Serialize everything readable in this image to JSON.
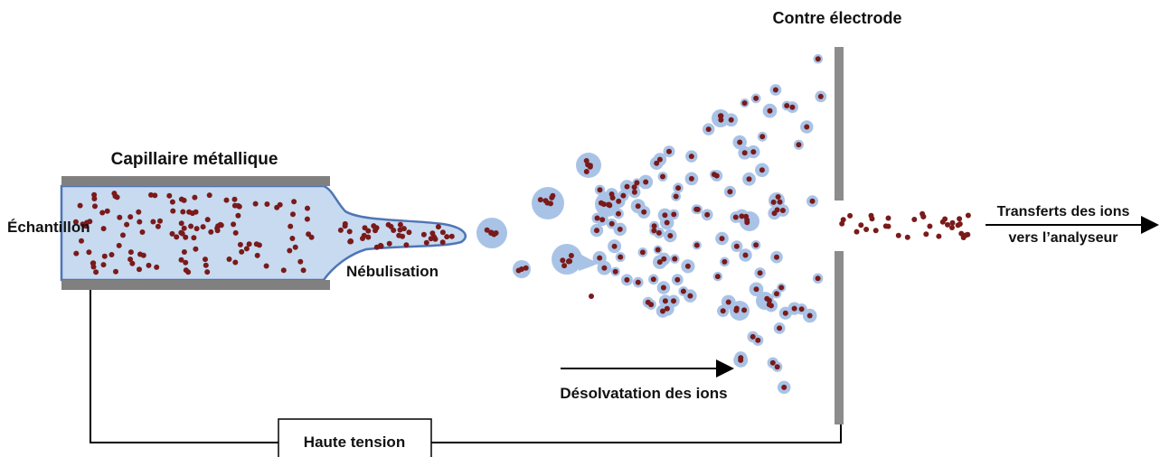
{
  "labels": {
    "capillaire": "Capillaire métallique",
    "contre_electrode": "Contre électrode",
    "echantillon": "Échantillon",
    "nebulisation": "Nébulisation",
    "desolvatation": "Désolvatation des ions",
    "haute_tension": "Haute tension",
    "transferts_line1": "Transferts des ions",
    "transferts_line2": "vers l’analyseur"
  },
  "colors": {
    "liquid_fill": "#c7daf0",
    "liquid_edge": "#4f75b5",
    "droplet": "#a9c3e6",
    "ion": "#7a1a1a",
    "electrode": "#8c8c8c",
    "wire": "#000000"
  }
}
